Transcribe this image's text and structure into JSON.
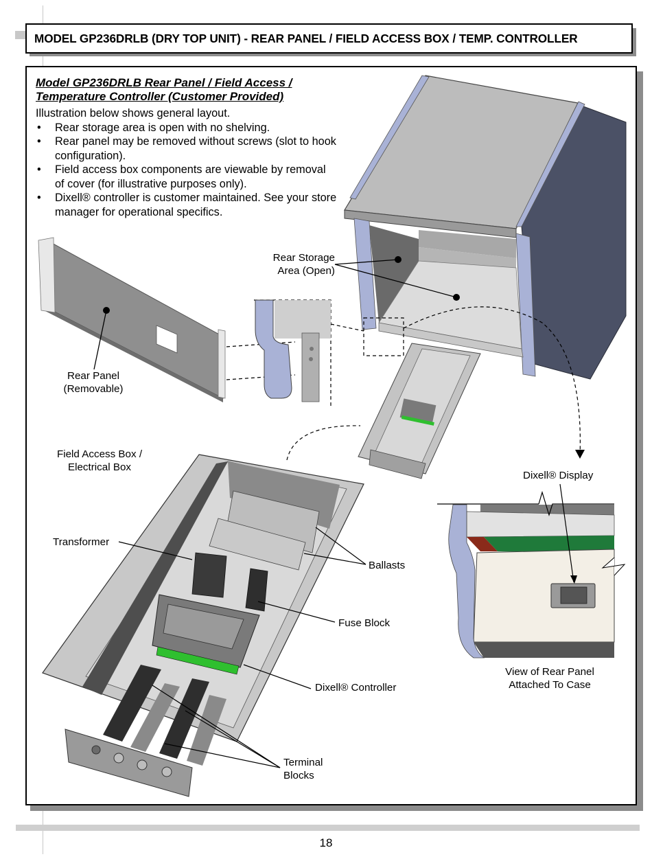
{
  "page": {
    "title": "MODEL GP236DRLB (DRY TOP UNIT) - REAR PANEL / FIELD ACCESS BOX / TEMP. CONTROLLER",
    "page_number": "18"
  },
  "intro": {
    "heading_line1": "Model GP236DRLB Rear Panel / Field Access /",
    "heading_line2": "Temperature Controller (Customer Provided)",
    "lead": "Illustration below shows general layout.",
    "bullet_glyph": "•",
    "bullets": [
      "Rear storage area is open with no shelving.",
      "Rear panel may be removed without screws (slot to hook configuration).",
      "Field access box components are viewable by removal of cover (for illustrative purposes only).",
      "Dixell® controller is customer maintained.  See your store manager for operational specifics."
    ]
  },
  "callouts": {
    "rear_storage": [
      "Rear Storage",
      "Area (Open)"
    ],
    "rear_panel": [
      "Rear Panel",
      "(Removable)"
    ],
    "field_access_box": [
      "Field Access Box /",
      "Electrical Box"
    ],
    "transformer": "Transformer",
    "ballasts": "Ballasts",
    "fuse_block": "Fuse Block",
    "dixell_controller": "Dixell® Controller",
    "terminal_blocks": [
      "Terminal",
      "Blocks"
    ],
    "dixell_display": "Dixell® Display",
    "rear_panel_view_caption": [
      "View of Rear Panel",
      "Attached To Case"
    ]
  },
  "colors": {
    "controller_green": "#2fbf2f",
    "display_strip_green": "#1f7a3a",
    "display_strip_red": "#8a2a1a",
    "case_side": "#4b5166",
    "trim_blue": "#a9b2d6"
  }
}
